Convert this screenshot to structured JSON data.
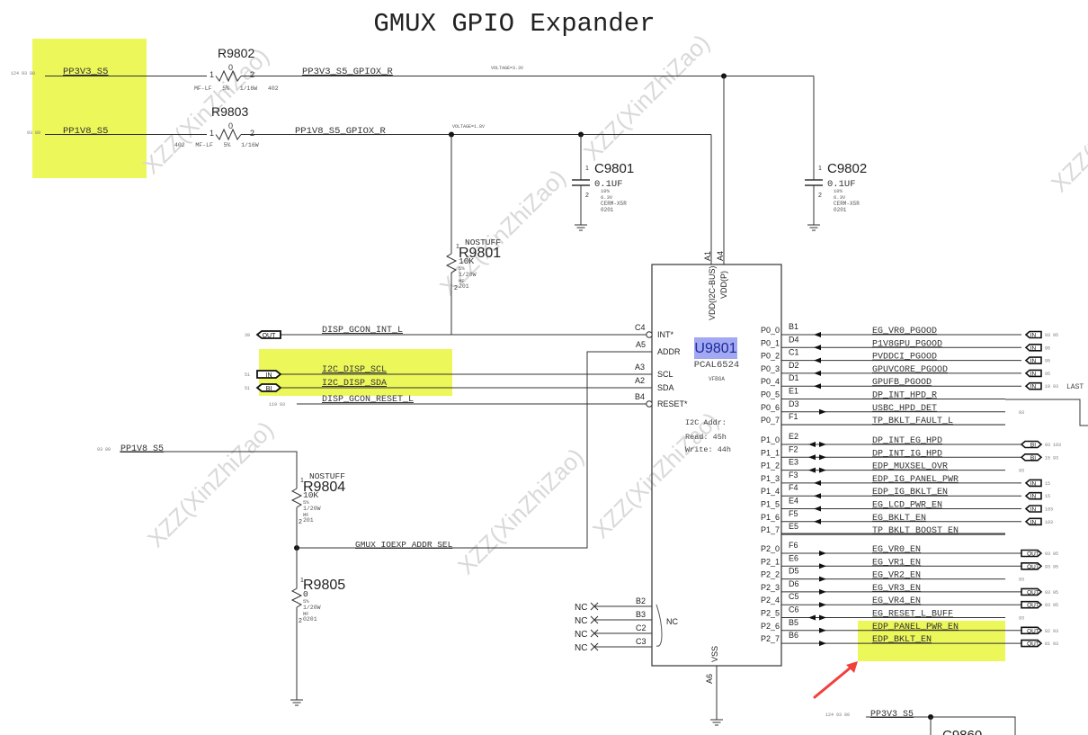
{
  "title": "GMUX GPIO Expander",
  "colors": {
    "highlight": "#ecf75a",
    "refdes_highlight": "#a3a8f2",
    "wire": "#333333",
    "arrow": "#f2403a",
    "watermark": "#d9d9d9"
  },
  "watermark": "XZZ(XinZhiZao)",
  "power_nets": [
    {
      "name": "PP3V3_S5",
      "refs": "124  93  80"
    },
    {
      "name": "PP1V8_S5",
      "refs": "93  80"
    }
  ],
  "resistors": {
    "r9802": {
      "ref": "R9802",
      "value": "0",
      "pin1": "1",
      "pin2": "2",
      "specs": "MF-LF   5%   1/16W   402"
    },
    "r9803": {
      "ref": "R9803",
      "value": "0",
      "pin1": "1",
      "pin2": "2",
      "specs": "402   MF-LF   5%   1/16W"
    },
    "r9801": {
      "ref": "R9801",
      "note": "NOSTUFF",
      "value": "10K",
      "tol": "5%",
      "power": "1/20W",
      "type": "MF",
      "pkg": "201",
      "pin1": "1",
      "pin2": "2"
    },
    "r9804": {
      "ref": "R9804",
      "note": "NOSTUFF",
      "value": "10K",
      "tol": "5%",
      "power": "1/20W",
      "type": "MF",
      "pkg": "201",
      "pin1": "1",
      "pin2": "2"
    },
    "r9805": {
      "ref": "R9805",
      "value": "0",
      "tol": "5%",
      "power": "1/20W",
      "type": "MF",
      "pkg": "0201",
      "pin1": "1",
      "pin2": "2"
    }
  },
  "nets": {
    "pp3v3_gpiox": "PP3V3_S5_GPIOX_R",
    "pp1v8_gpiox": "PP1V8_S5_GPIOX_R",
    "voltage_33": "VOLTAGE=3.3V",
    "voltage_18": "VOLTAGE=1.8V",
    "addr_sel": "GMUX_IOEXP_ADDR_SEL",
    "pp1v8_lower": "PP1V8_S5",
    "pp1v8_lower_refs": "93  80",
    "pp3v3_bottom": "PP3V3_S5",
    "pp3v3_bottom_refs": "124  93  80",
    "bottom_cap_partial": "C9860"
  },
  "capacitors": [
    {
      "ref": "C9801",
      "value": "0.1UF",
      "tol": "10%",
      "volt": "6.3V",
      "diel": "CERM-X5R",
      "pkg": "0201",
      "pin1": "1",
      "pin2": "2"
    },
    {
      "ref": "C9802",
      "value": "0.1UF",
      "tol": "10%",
      "volt": "6.3V",
      "diel": "CERM-X5R",
      "pkg": "0201",
      "pin1": "1",
      "pin2": "2"
    }
  ],
  "left_signals": [
    {
      "net": "DISP_GCON_INT_L",
      "port": "OUT",
      "refs": "39",
      "pin": "C4",
      "label": "INT*"
    },
    {
      "net": "I2C_DISP_SCL",
      "port": "IN",
      "refs": "51",
      "pin": "A3",
      "label": "SCL"
    },
    {
      "net": "I2C_DISP_SDA",
      "port": "BI",
      "refs": "51",
      "pin": "A2",
      "label": "SDA"
    },
    {
      "net": "DISP_GCON_RESET_L",
      "port": "",
      "refs": "119  93",
      "pin": "B4",
      "label": "RESET*"
    }
  ],
  "addr_pin": {
    "pin": "A5",
    "label": "ADDR"
  },
  "ic": {
    "ref": "U9801",
    "part": "PCAL6524",
    "package": "VFBGA",
    "vdd_bus": "VDD(I2C-BUS)",
    "vdd_p": "VDD(P)",
    "vdd_bus_pin": "A1",
    "vdd_p_pin": "A4",
    "vss": "VSS",
    "vss_pin": "A6",
    "nc_label": "NC",
    "i2c_addr": "I2C Addr:",
    "read": "Read: 45h",
    "write": "Write: 44h"
  },
  "nc_pins": [
    {
      "pin": "B2",
      "label": "NC"
    },
    {
      "pin": "B3",
      "label": "NC"
    },
    {
      "pin": "C2",
      "label": "NC"
    },
    {
      "pin": "C3",
      "label": "NC"
    }
  ],
  "right_groups": [
    [
      {
        "port": "P0_0",
        "ball": "B1",
        "net": "EG_VR0_PGOOD",
        "dir": "in",
        "flag": "IN",
        "refs": "93  95"
      },
      {
        "port": "P0_1",
        "ball": "D4",
        "net": "P1V8GPU_PGOOD",
        "dir": "in",
        "flag": "IN",
        "refs": "95"
      },
      {
        "port": "P0_2",
        "ball": "C1",
        "net": "PVDDCI_PGOOD",
        "dir": "in",
        "flag": "IN",
        "refs": "95"
      },
      {
        "port": "P0_3",
        "ball": "D2",
        "net": "GPUVCORE_PGOOD",
        "dir": "in",
        "flag": "IN",
        "refs": "95"
      },
      {
        "port": "P0_4",
        "ball": "D1",
        "net": "GPUFB_PGOOD",
        "dir": "in",
        "flag": "IN",
        "refs": "19  93",
        "extra": "LAST"
      },
      {
        "port": "P0_5",
        "ball": "E1",
        "net": "DP_INT_HPD_R",
        "dir": "",
        "flag": "",
        "refs": ""
      },
      {
        "port": "P0_6",
        "ball": "D3",
        "net": "USBC_HPD_DET",
        "dir": "out",
        "flag": "",
        "refs": "93"
      },
      {
        "port": "P0_7",
        "ball": "F1",
        "net": "TP_BKLT_FAULT_L",
        "dir": "",
        "flag": "",
        "refs": ""
      }
    ],
    [
      {
        "port": "P1_0",
        "ball": "E2",
        "net": "DP_INT_EG_HPD",
        "dir": "bi",
        "flag": "BI",
        "refs": "93  103"
      },
      {
        "port": "P1_1",
        "ball": "F2",
        "net": "DP_INT_IG_HPD",
        "dir": "bi",
        "flag": "BI",
        "refs": "15  93"
      },
      {
        "port": "P1_2",
        "ball": "E3",
        "net": "EDP_MUXSEL_OVR",
        "dir": "bi",
        "flag": "",
        "refs": "93"
      },
      {
        "port": "P1_3",
        "ball": "F3",
        "net": "EDP_IG_PANEL_PWR",
        "dir": "in",
        "flag": "IN",
        "refs": "15"
      },
      {
        "port": "P1_4",
        "ball": "F4",
        "net": "EDP_IG_BKLT_EN",
        "dir": "in",
        "flag": "IN",
        "refs": "15"
      },
      {
        "port": "P1_5",
        "ball": "E4",
        "net": "EG_LCD_PWR_EN",
        "dir": "in",
        "flag": "IN",
        "refs": "103"
      },
      {
        "port": "P1_6",
        "ball": "F5",
        "net": "EG_BKLT_EN",
        "dir": "in",
        "flag": "IN",
        "refs": "103"
      },
      {
        "port": "P1_7",
        "ball": "E5",
        "net": "TP_BKLT_BOOST_EN",
        "dir": "",
        "flag": "",
        "refs": ""
      }
    ],
    [
      {
        "port": "P2_0",
        "ball": "F6",
        "net": "EG_VR0_EN",
        "dir": "out",
        "flag": "OUT",
        "refs": "93  95"
      },
      {
        "port": "P2_1",
        "ball": "E6",
        "net": "EG_VR1_EN",
        "dir": "out",
        "flag": "OUT",
        "refs": "93  95"
      },
      {
        "port": "P2_2",
        "ball": "D5",
        "net": "EG_VR2_EN",
        "dir": "out",
        "flag": "",
        "refs": "93"
      },
      {
        "port": "P2_3",
        "ball": "D6",
        "net": "EG_VR3_EN",
        "dir": "out",
        "flag": "OUT",
        "refs": "93  95"
      },
      {
        "port": "P2_4",
        "ball": "C5",
        "net": "EG_VR4_EN",
        "dir": "out",
        "flag": "OUT",
        "refs": "93  95"
      },
      {
        "port": "P2_5",
        "ball": "C6",
        "net": "EG_RESET_L_BUFF",
        "dir": "bi",
        "flag": "",
        "refs": "93"
      },
      {
        "port": "P2_6",
        "ball": "B5",
        "net": "EDP_PANEL_PWR_EN",
        "dir": "out",
        "flag": "OUT",
        "refs": "82  93"
      },
      {
        "port": "P2_7",
        "ball": "B6",
        "net": "EDP_BKLT_EN",
        "dir": "out",
        "flag": "OUT",
        "refs": "81  93"
      }
    ]
  ]
}
